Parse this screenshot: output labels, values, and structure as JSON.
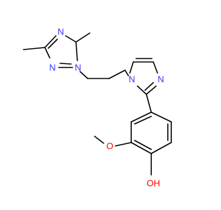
{
  "molecule": {
    "atom_labels": {
      "n_triazole_top": "N",
      "n_triazole_left": "N",
      "n_triazole_right": "N",
      "n_imidazole_right": "N",
      "n_imidazole_left": "N",
      "o_methoxy": "O",
      "oh_group": "OH"
    },
    "colors": {
      "nitrogen": "#3333ff",
      "oxygen": "#ff0000",
      "carbon_bond": "#000000"
    }
  }
}
